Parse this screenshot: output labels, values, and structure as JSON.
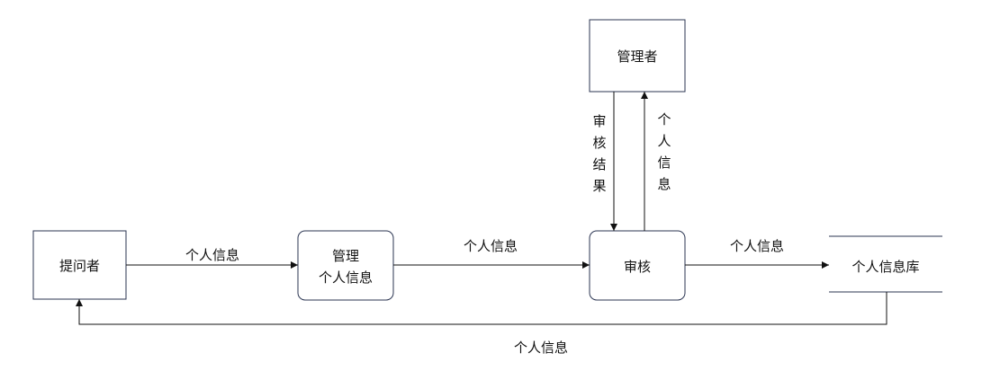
{
  "nodes": {
    "questioner": "提问者",
    "manage_info": [
      "管理",
      "个人信息"
    ],
    "review": "审核",
    "admin": "管理者",
    "info_store": "个人信息库"
  },
  "edges": {
    "questioner_to_manage": "个人信息",
    "manage_to_review": "个人信息",
    "review_to_store": "个人信息",
    "store_to_questioner": "个人信息",
    "admin_to_review": [
      "审",
      "核",
      "结",
      "果"
    ],
    "review_to_admin": [
      "个",
      "人",
      "信",
      "息"
    ]
  }
}
